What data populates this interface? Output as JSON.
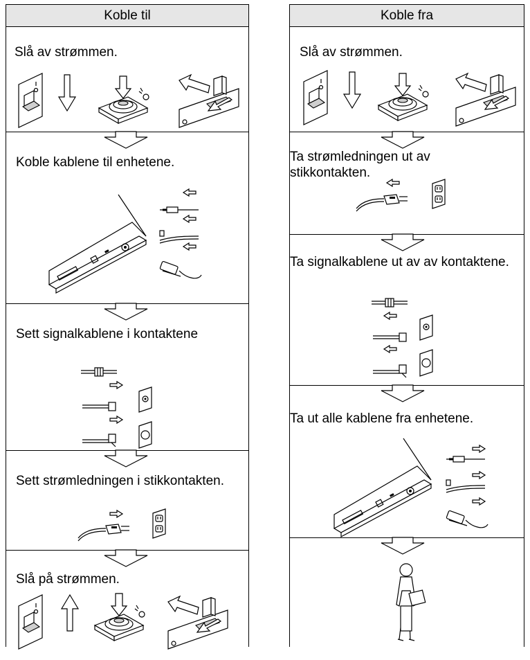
{
  "left": {
    "header": "Koble til",
    "steps": [
      "Slå av strømmen.",
      "Koble kablene til enhetene.",
      "Sett signalkablene i kontaktene",
      "Sett strømledningen i stikkontakten.",
      "Slå på strømmen."
    ]
  },
  "right": {
    "header": "Koble fra",
    "steps": [
      "Slå av strømmen.",
      "Ta strømledningen ut av stikkontakten.",
      "Ta signalkablene ut av av kontaktene.",
      "Ta ut alle kablene fra enhetene."
    ]
  },
  "icons": [
    "power-switch-icon",
    "push-button-icon",
    "rocker-switch-icon",
    "laptop-ports-icon",
    "signal-cable-icon",
    "wall-socket-icon",
    "power-plug-icon",
    "person-walking-icon",
    "down-arrow-icon"
  ]
}
